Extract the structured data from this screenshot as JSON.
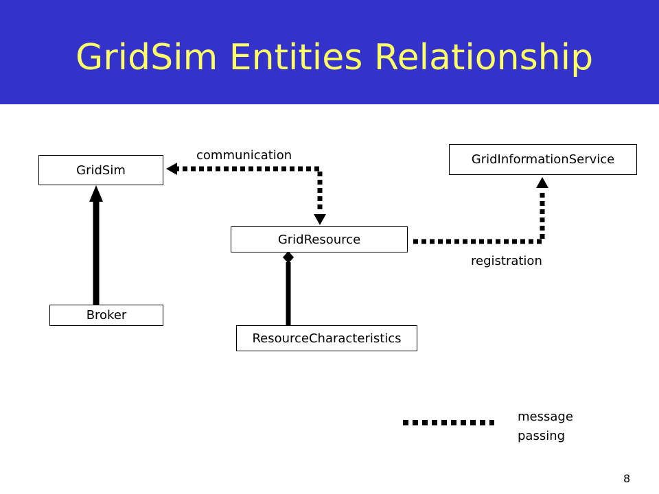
{
  "slide": {
    "title": "GridSim Entities Relationship",
    "page_number": "8",
    "header_color": "#3333cc",
    "title_color": "#ffff66"
  },
  "boxes": {
    "gridsim": "GridSim",
    "gis": "GridInformationService",
    "gridresource": "GridResource",
    "broker": "Broker",
    "resource_characteristics": "ResourceCharacteristics"
  },
  "labels": {
    "communication": "communication",
    "registration": "registration"
  },
  "legend": {
    "line1": "message",
    "line2": "passing"
  }
}
